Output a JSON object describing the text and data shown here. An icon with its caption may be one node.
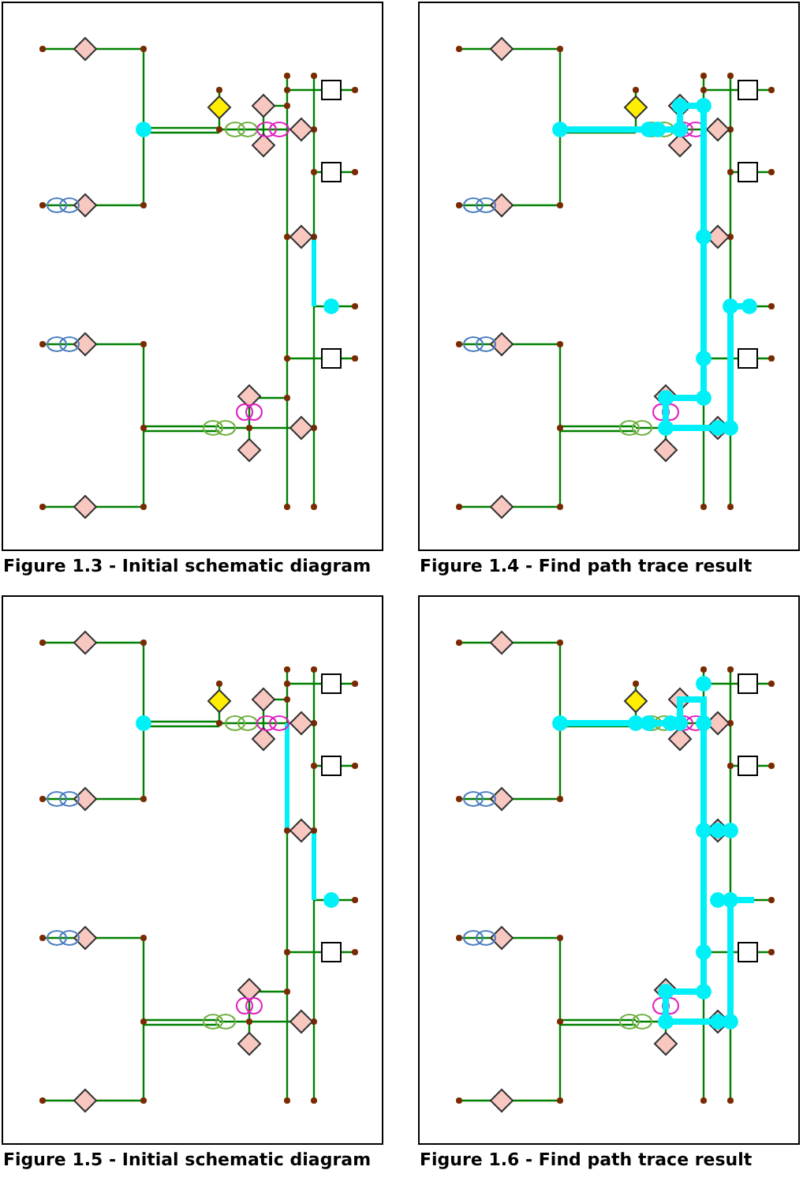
{
  "diagram": {
    "labels": [
      "Figure 1.3 - Initial schematic diagram",
      "Figure 1.4 - Find path trace result",
      "Figure 1.5 - Initial schematic diagram",
      "Figure 1.6 - Find path trace result"
    ]
  }
}
